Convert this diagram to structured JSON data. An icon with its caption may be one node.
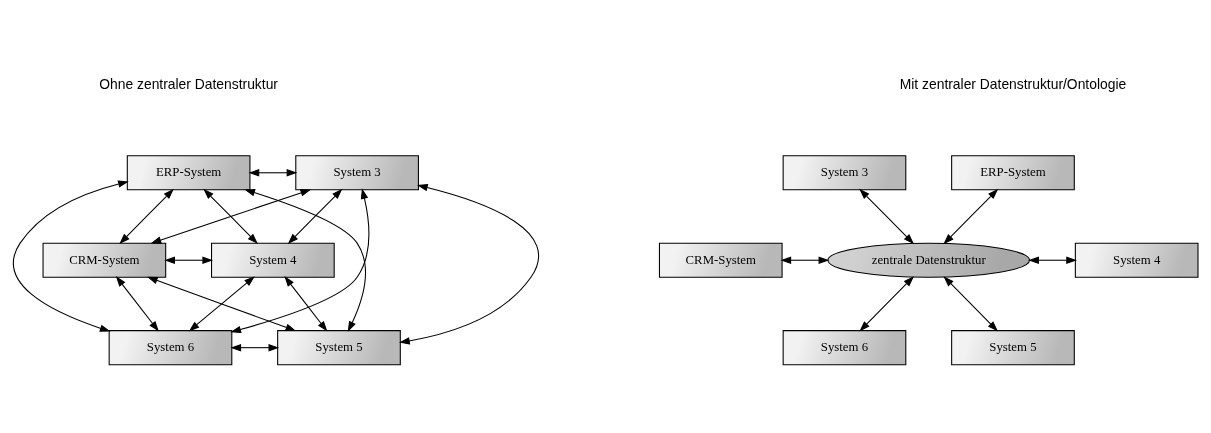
{
  "diagram": {
    "nodes": [
      {
        "text": [
          "ERP-System"
        ]
      },
      {
        "text": [
          "System 3"
        ]
      },
      {
        "text": [
          "CRM-System"
        ]
      },
      {
        "text": [
          "System 4"
        ]
      },
      {
        "text": [
          "System 6"
        ]
      },
      {
        "text": [
          "System 5"
        ]
      },
      {
        "text": [
          "ERP-System"
        ]
      },
      {
        "text": [
          "System 3"
        ]
      },
      {
        "text": [
          "CRM-System"
        ]
      },
      {
        "text": [
          "zentrale Datenstruktur"
        ]
      },
      {
        "text": [
          "System 4"
        ]
      },
      {
        "text": [
          "System 6"
        ]
      },
      {
        "text": [
          "System 5"
        ]
      }
    ],
    "edges": [
      {
        "from": 0,
        "to": 1,
        "arrow": "both"
      },
      {
        "from": 0,
        "to": 2,
        "arrow": "both"
      },
      {
        "from": 0,
        "to": 3,
        "arrow": "both"
      },
      {
        "from": 0,
        "to": 4,
        "arrow": "both"
      },
      {
        "from": 0,
        "to": 5,
        "arrow": "both"
      },
      {
        "from": 1,
        "to": 2,
        "arrow": "both"
      },
      {
        "from": 1,
        "to": 3,
        "arrow": "both"
      },
      {
        "from": 1,
        "to": 4,
        "arrow": "both"
      },
      {
        "from": 1,
        "to": 5,
        "arrow": "both"
      },
      {
        "from": 2,
        "to": 3,
        "arrow": "both"
      },
      {
        "from": 2,
        "to": 4,
        "arrow": "both"
      },
      {
        "from": 2,
        "to": 5,
        "arrow": "both"
      },
      {
        "from": 3,
        "to": 4,
        "arrow": "both"
      },
      {
        "from": 3,
        "to": 5,
        "arrow": "both"
      },
      {
        "from": 4,
        "to": 5,
        "arrow": "both"
      },
      {
        "from": 6,
        "to": 9,
        "arrow": "both"
      },
      {
        "from": 7,
        "to": 9,
        "arrow": "both"
      },
      {
        "from": 8,
        "to": 9,
        "arrow": "both"
      },
      {
        "from": 9,
        "to": 10,
        "arrow": "both"
      },
      {
        "from": 9,
        "to": 11,
        "arrow": "both"
      },
      {
        "from": 9,
        "to": 12,
        "arrow": "both"
      }
    ],
    "labels": [
      "Ohne zentraler Datenstruktur",
      "Mit zentraler Datenstruktur/Ontologie"
    ]
  }
}
